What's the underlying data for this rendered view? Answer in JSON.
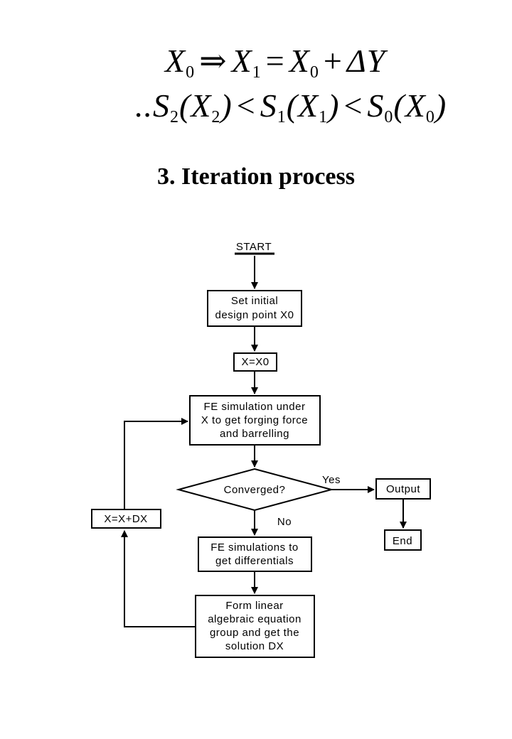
{
  "equations": {
    "line1": {
      "x0": "X",
      "x0_sub": "0",
      "implies": "⇒",
      "x1": "X",
      "x1_sub": "1",
      "eq": "=",
      "x0b": "X",
      "x0b_sub": "0",
      "plus": "+",
      "delta": "ΔY"
    },
    "line2": {
      "prefix": "..",
      "s2": "S",
      "s2_sub": "2",
      "s2_arg": "(X",
      "s2_arg_sub": "2",
      "s2_close": ")",
      "lt1": "<",
      "s1": "S",
      "s1_sub": "1",
      "s1_arg": "(X",
      "s1_arg_sub": "1",
      "s1_close": ")",
      "lt2": "<",
      "s0": "S",
      "s0_sub": "0",
      "s0_arg": "(X",
      "s0_arg_sub": "0",
      "s0_close": ")"
    }
  },
  "heading": "3. Iteration  process",
  "flowchart": {
    "start": "START",
    "set_initial": [
      "Set initial",
      "design point X0"
    ],
    "assign": "X=X0",
    "fe_sim": [
      "FE simulation under",
      "X to get forging force",
      "and barrelling"
    ],
    "decision": "Converged?",
    "yes": "Yes",
    "no": "No",
    "output": "Output",
    "end": "End",
    "fe_diff": [
      "FE simulations to",
      "get differentials"
    ],
    "form_linear": [
      "Form linear",
      "algebraic equation",
      "group and get the",
      "solution DX"
    ],
    "update": "X=X+DX"
  }
}
